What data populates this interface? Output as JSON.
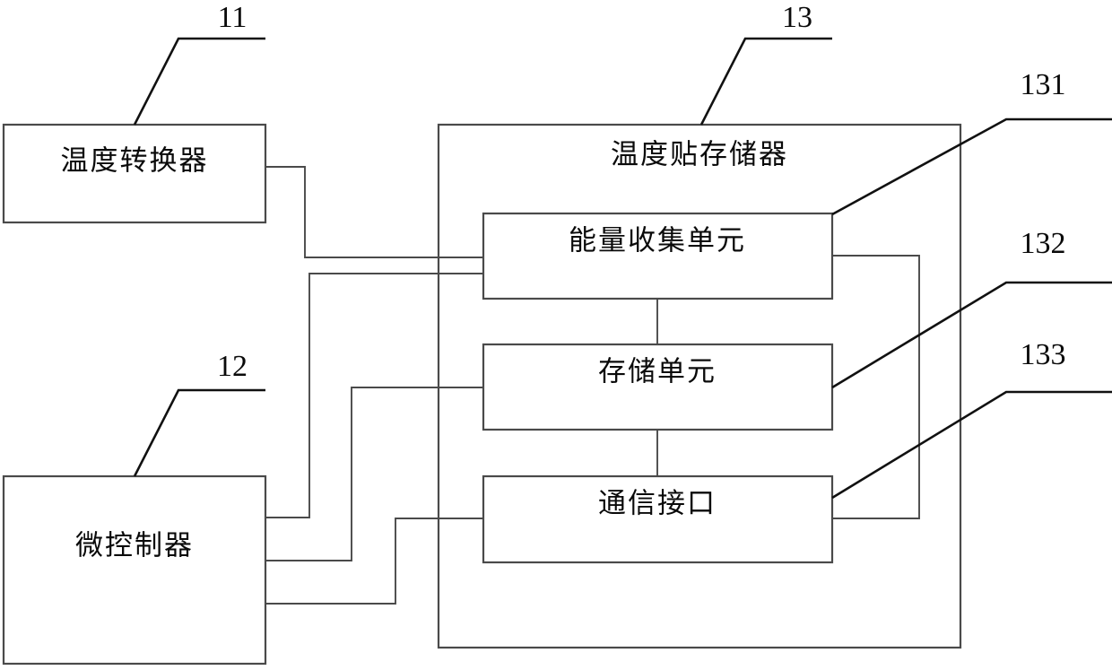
{
  "figure": {
    "type": "block-diagram",
    "language": "zh",
    "background_color": "#ffffff",
    "line_color": "#4a4a4a",
    "text_color": "#0a0a0a"
  },
  "blocks": {
    "temperature_converter": {
      "label": "温度转换器",
      "ref": "11"
    },
    "microcontroller": {
      "label": "微控制器",
      "ref": "12"
    },
    "temperature_tag_memory": {
      "label": "温度贴存储器",
      "ref": "13"
    },
    "energy_harvesting_unit": {
      "label": "能量收集单元",
      "ref": "131"
    },
    "storage_unit": {
      "label": "存储单元",
      "ref": "132"
    },
    "communication_interface": {
      "label": "通信接口",
      "ref": "133"
    }
  },
  "reference_numerals": {
    "n11": "11",
    "n12": "12",
    "n13": "13",
    "n131": "131",
    "n132": "132",
    "n133": "133"
  }
}
